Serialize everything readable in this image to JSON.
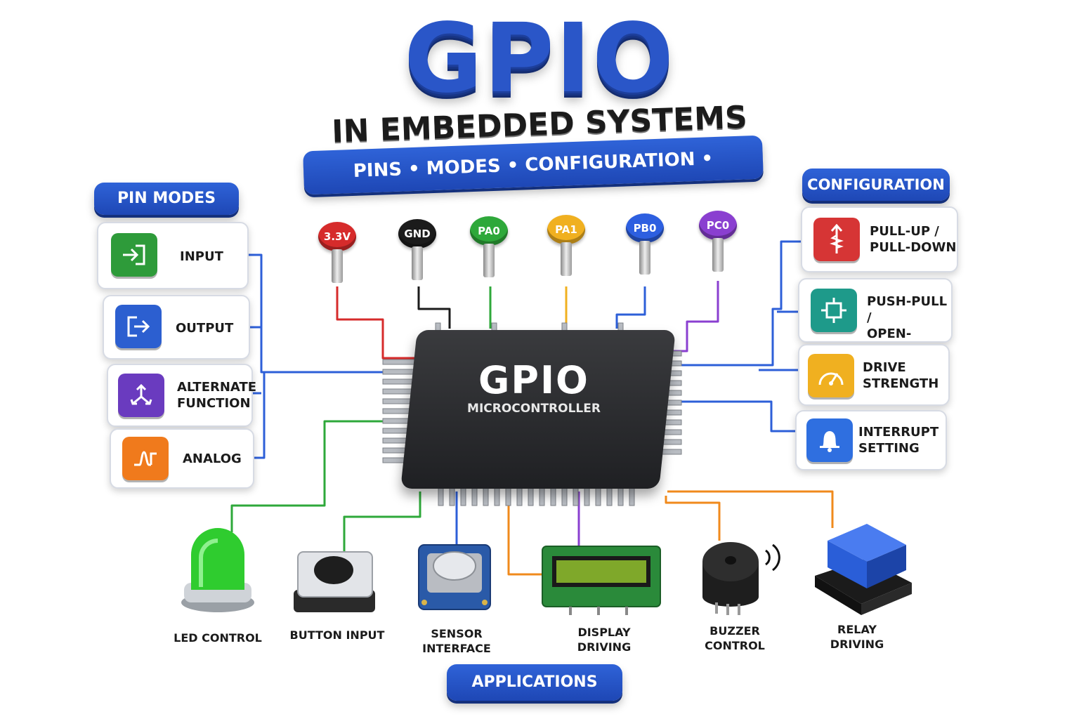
{
  "header": {
    "title": "GPIO",
    "subtitle": "IN EMBEDDED SYSTEMS",
    "banner": "PINS • MODES • CONFIGURATION • APPLICATIONS"
  },
  "pin_modes": {
    "heading": "PIN MODES",
    "items": [
      {
        "label": "INPUT",
        "color": "#2e9b3a"
      },
      {
        "label": "OUTPUT",
        "color": "#2c5fd0"
      },
      {
        "label": "ALTERNATE\nFUNCTION",
        "color": "#6a3bbf"
      },
      {
        "label": "ANALOG",
        "color": "#f07a1c"
      }
    ]
  },
  "configuration": {
    "heading": "CONFIGURATION",
    "items": [
      {
        "label": "PULL-UP /\nPULL-DOWN",
        "color": "#d63535"
      },
      {
        "label": "PUSH-PULL /\nOPEN-DRAIN",
        "color": "#1e9a8a"
      },
      {
        "label": "DRIVE\nSTRENGTH",
        "color": "#f0b020"
      },
      {
        "label": "INTERRUPT\nSETTING",
        "color": "#2f6fe0"
      }
    ]
  },
  "pins": [
    {
      "label": "3.3V",
      "color": "#d62b2b"
    },
    {
      "label": "GND",
      "color": "#1b1b1b"
    },
    {
      "label": "PA0",
      "color": "#2ea83a"
    },
    {
      "label": "PA1",
      "color": "#f0b020"
    },
    {
      "label": "PB0",
      "color": "#2d5fe0"
    },
    {
      "label": "PC0",
      "color": "#8a3fd0"
    }
  ],
  "chip": {
    "title": "GPIO",
    "subtitle": "MICROCONTROLLER"
  },
  "applications": {
    "heading": "APPLICATIONS",
    "items": [
      {
        "label": "LED CONTROL"
      },
      {
        "label": "BUTTON INPUT"
      },
      {
        "label": "SENSOR\nINTERFACE"
      },
      {
        "label": "DISPLAY\nDRIVING"
      },
      {
        "label": "BUZZER\nCONTROL"
      },
      {
        "label": "RELAY\nDRIVING"
      }
    ]
  },
  "wire_colors": {
    "blue": "#2d5fd8",
    "green": "#2ea83a",
    "orange": "#f08a1c",
    "purple": "#8a3fd0",
    "yellow": "#f0b020",
    "red": "#d62b2b",
    "black": "#1b1b1b"
  }
}
